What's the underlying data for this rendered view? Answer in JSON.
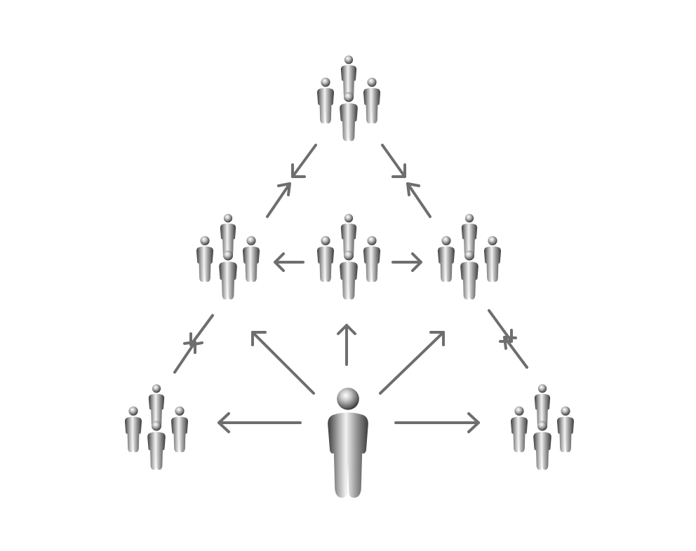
{
  "diagram": {
    "colors": {
      "background": "#ffffff",
      "figure_light": "#f2f2f2",
      "figure_mid": "#9a9a9a",
      "figure_dark": "#3c3c3c",
      "arrow": "#6e6e6e"
    },
    "nodes": [
      {
        "id": "individual",
        "kind": "single-person"
      },
      {
        "id": "group-top",
        "kind": "group"
      },
      {
        "id": "group-mid-left",
        "kind": "group"
      },
      {
        "id": "group-center",
        "kind": "group"
      },
      {
        "id": "group-mid-right",
        "kind": "group"
      },
      {
        "id": "group-bottom-left",
        "kind": "group"
      },
      {
        "id": "group-bottom-right",
        "kind": "group"
      }
    ],
    "edges": [
      {
        "from": "individual",
        "to": "group-bottom-left",
        "type": "directed"
      },
      {
        "from": "individual",
        "to": "group-bottom-right",
        "type": "directed"
      },
      {
        "from": "individual",
        "to": "group-mid-left",
        "type": "directed"
      },
      {
        "from": "individual",
        "to": "group-center",
        "type": "directed"
      },
      {
        "from": "individual",
        "to": "group-mid-right",
        "type": "directed"
      },
      {
        "from": "group-center",
        "to": "group-mid-left",
        "type": "directed"
      },
      {
        "from": "group-center",
        "to": "group-mid-right",
        "type": "directed"
      },
      {
        "from": "group-top",
        "to": "group-mid-left",
        "type": "bidirectional-inward"
      },
      {
        "from": "group-top",
        "to": "group-mid-right",
        "type": "bidirectional-inward"
      },
      {
        "from": "group-mid-left",
        "to": "group-bottom-left",
        "type": "bidirectional-inward"
      },
      {
        "from": "group-mid-right",
        "to": "group-bottom-right",
        "type": "bidirectional-inward"
      }
    ]
  }
}
